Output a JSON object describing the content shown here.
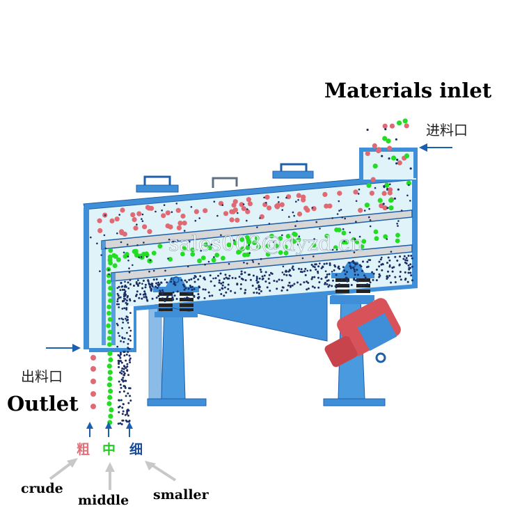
{
  "labels": {
    "inlet_en": "Materials inlet",
    "inlet_cn": "进料口",
    "outlet_cn": "出料口",
    "outlet_en": "Outlet",
    "watermark": "sales003@dyzd.cn",
    "grade_crude_cn": "粗",
    "grade_middle_cn": "中",
    "grade_fine_cn": "细",
    "grade_crude_en": "crude",
    "grade_middle_en": "middle",
    "grade_fine_en": "smaller"
  },
  "colors": {
    "machine_blue": "#3f8fd8",
    "machine_dark": "#1f5fa8",
    "body_fill": "#dff3f8",
    "screen_deck": "#d7d7d7",
    "particle_crude": "#e06a74",
    "particle_middle": "#22dd22",
    "particle_fine": "#1a2f66",
    "motor_red": "#d8525a",
    "arrow": "#1a5fb0",
    "label_crude": "#e0707a",
    "label_middle": "#22cc22",
    "label_fine": "#1a4a9a"
  }
}
